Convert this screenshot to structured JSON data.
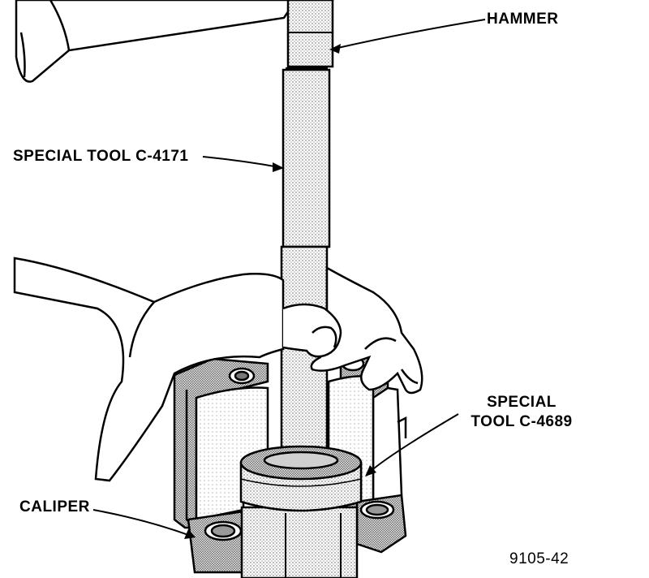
{
  "labels": {
    "hammer": "HAMMER",
    "special_tool_c4171": "SPECIAL TOOL C-4171",
    "special_tool_c4689_line1": "SPECIAL",
    "special_tool_c4689_line2": "TOOL C-4689",
    "caliper": "CALIPER",
    "figure_number": "9105-42"
  },
  "colors": {
    "ink": "#000000",
    "paper": "#ffffff",
    "shade": "#c8c8c8"
  }
}
